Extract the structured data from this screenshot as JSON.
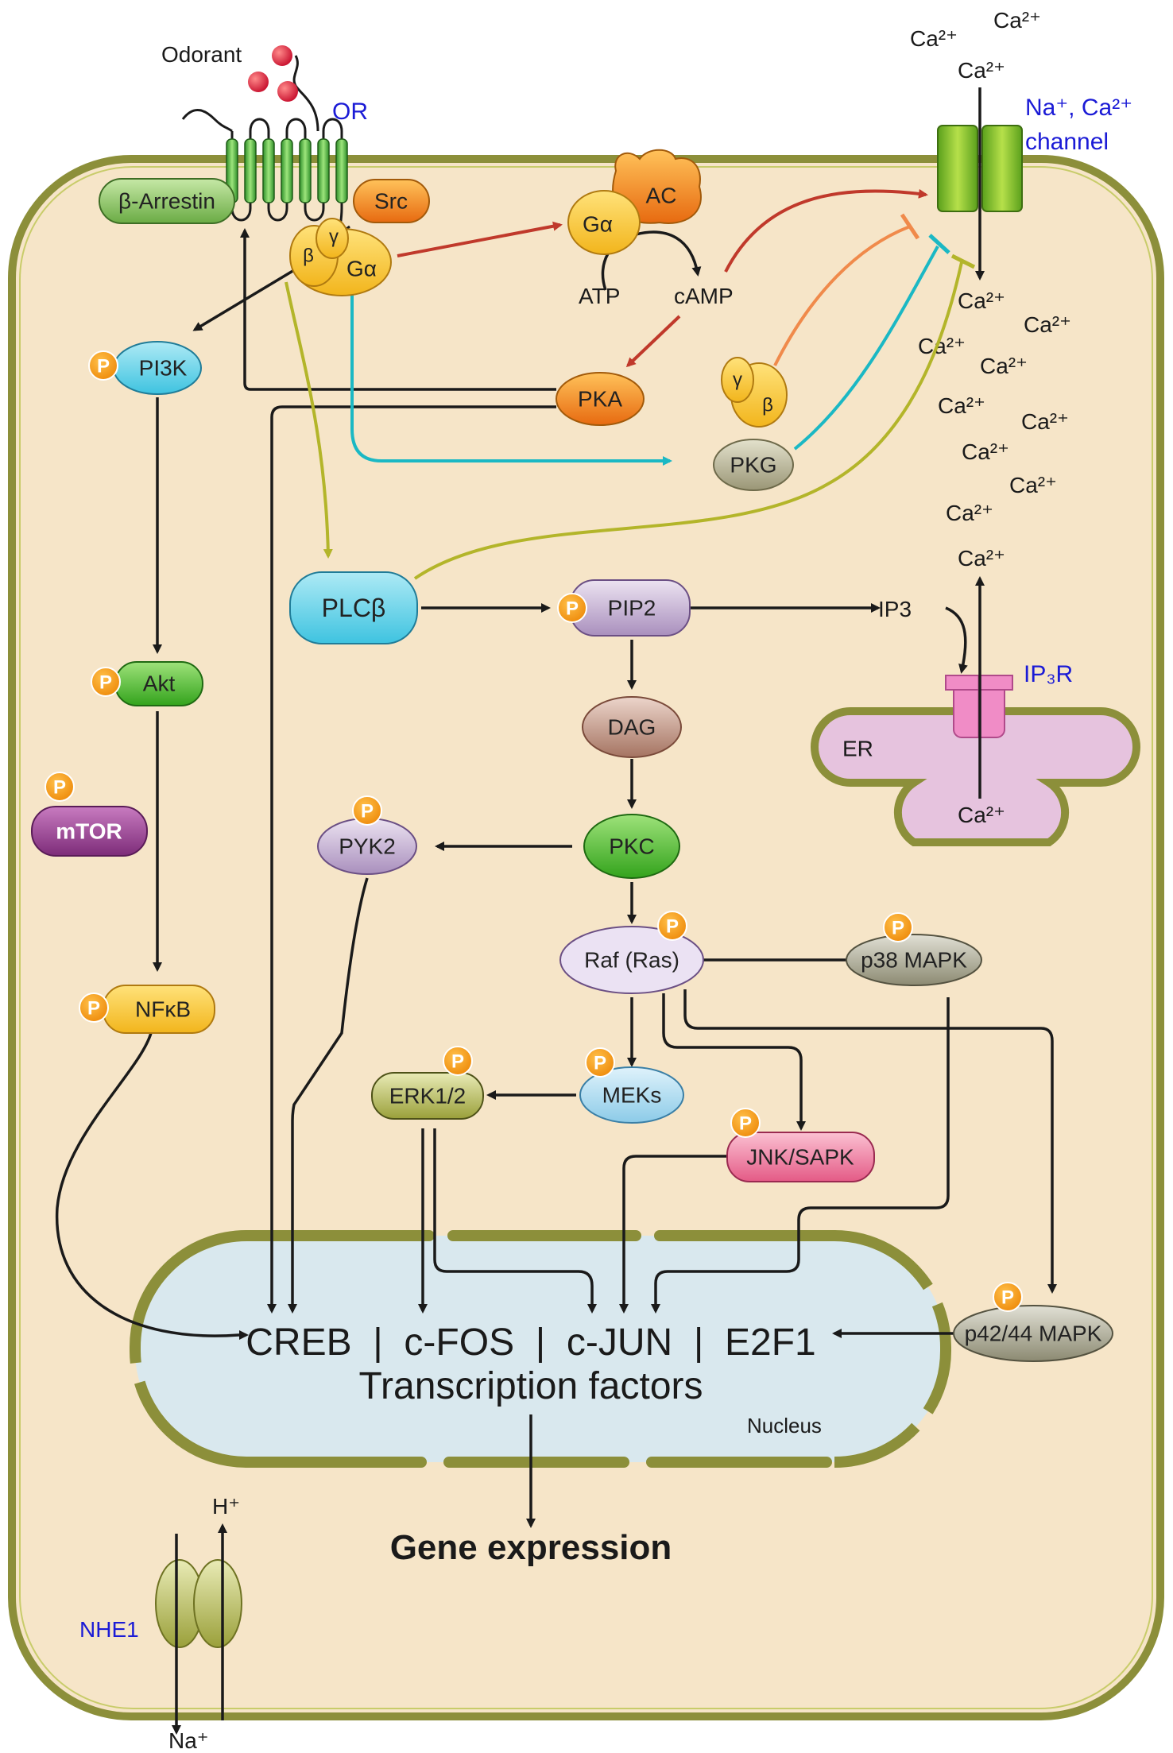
{
  "labels": {
    "odorant": "Odorant",
    "or": "OR",
    "channel_line1": "Na⁺, Ca²⁺",
    "channel_line2": "channel",
    "ip3r": "IP₃R",
    "er": "ER",
    "nucleus": "Nucleus",
    "nhe1": "NHE1",
    "h_plus": "H⁺",
    "na_plus": "Na⁺",
    "atp": "ATP",
    "camp": "cAMP",
    "ip3": "IP3",
    "gene_expression": "Gene expression",
    "tf_line1": "CREB  |  c-FOS  |  c-JUN  |  E2F1",
    "tf_line2": "Transcription factors",
    "ca2": "Ca²⁺",
    "phospho": "P"
  },
  "nodes": {
    "beta_arrestin": "β-Arrestin",
    "src": "Src",
    "beta": "β",
    "gamma": "γ",
    "galpha": "Gα",
    "ac": "AC",
    "pi3k": "PI3K",
    "pka": "PKA",
    "pkg": "PKG",
    "plcb": "PLCβ",
    "pip2": "PIP2",
    "dag": "DAG",
    "pkc": "PKC",
    "pyk2": "PYK2",
    "akt": "Akt",
    "mtor": "mTOR",
    "nfkb": "NFκB",
    "raf": "Raf (Ras)",
    "p38": "p38 MAPK",
    "meks": "MEKs",
    "erk": "ERK1/2",
    "jnk": "JNK/SAPK",
    "p4244": "p42/44 MAPK"
  },
  "colors": {
    "cell_fill": "#f6e5c8",
    "membrane": "#8c8f3a",
    "nucleus_fill": "#d9e8ee",
    "er_fill": "#e6c3de",
    "red_arrow": "#c0392b",
    "orange_arrow": "#f08a4b",
    "teal_arrow": "#1bb8c4",
    "olive_arrow": "#b3b52a",
    "phospho": "#f59a1b"
  }
}
